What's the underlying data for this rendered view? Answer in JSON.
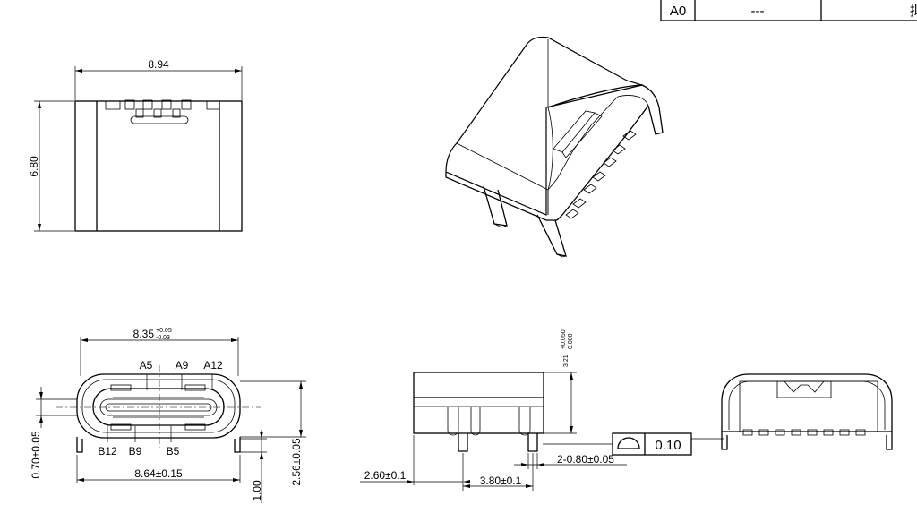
{
  "title_block": {
    "rev": "A0",
    "desc": "---",
    "extra": "拟"
  },
  "top_view": {
    "width": "8.94",
    "height": "6.80"
  },
  "front_view": {
    "opening_width": "8.35",
    "opening_tol_upper": "+0.05",
    "opening_tol_lower": "-0.03",
    "pin_top": [
      "A5",
      "A9",
      "A12"
    ],
    "pin_bottom": [
      "B12",
      "B9",
      "B5"
    ],
    "body_width": "8.64±0.15",
    "left_height": "0.70±0.05",
    "right_height": "2.56±0.05",
    "lead_length": "1.00"
  },
  "side_view": {
    "height_base": "3.21",
    "height_tol_upper": "+0.050",
    "height_tol_lower": "0.000",
    "left_offset": "2.60±0.1",
    "pitch": "3.80±0.1",
    "pin_width": "2-0.80±0.05"
  },
  "tolerance_frame": {
    "value": "0.10"
  }
}
